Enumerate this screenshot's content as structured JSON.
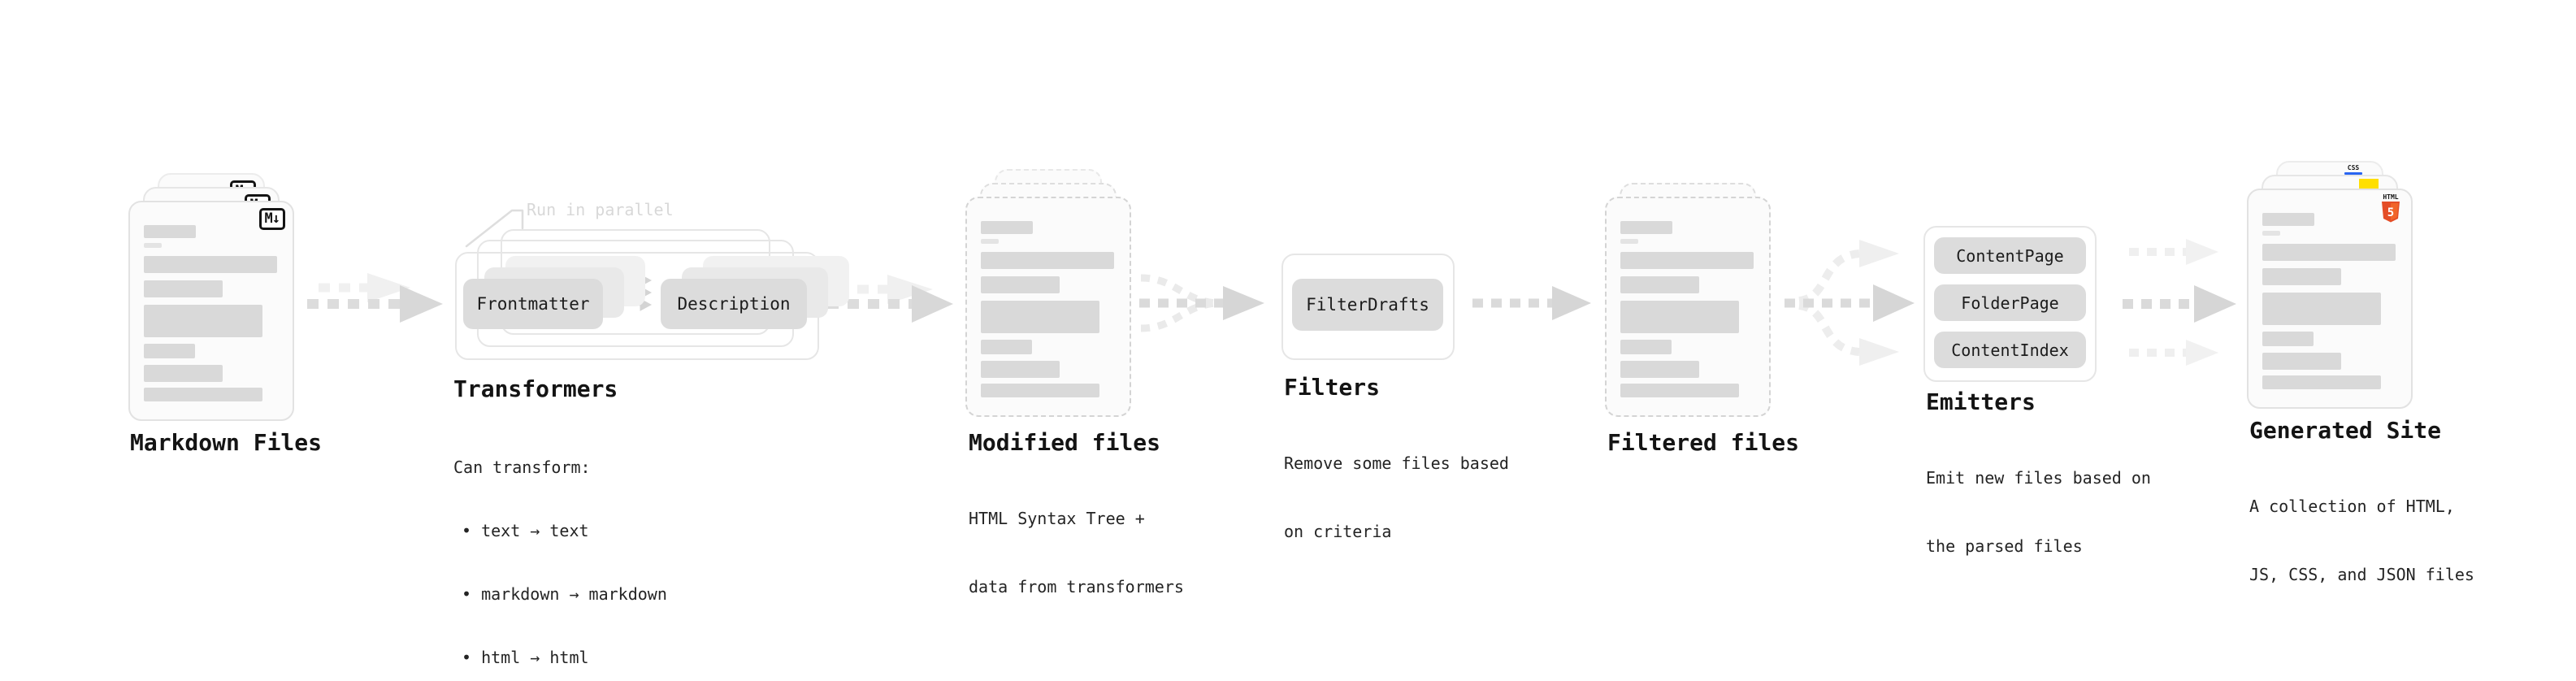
{
  "diagram": {
    "markdown": {
      "caption": "Markdown Files"
    },
    "transformers": {
      "annotation": "Run in parallel",
      "steps": [
        "Frontmatter",
        "Description"
      ],
      "caption": "Transformers",
      "description_title": "Can transform:",
      "bullets": [
        "• text → text",
        "• markdown → markdown",
        "• html → html"
      ]
    },
    "modified": {
      "caption": "Modified files",
      "description": [
        "HTML Syntax Tree +",
        "data from transformers"
      ]
    },
    "filters": {
      "caption": "Filters",
      "steps": [
        "FilterDrafts"
      ],
      "description": [
        "Remove some files based",
        "on criteria"
      ]
    },
    "filtered": {
      "caption": "Filtered files"
    },
    "emitters": {
      "caption": "Emitters",
      "steps": [
        "ContentPage",
        "FolderPage",
        "ContentIndex"
      ],
      "description": [
        "Emit new files based on",
        "the parsed files"
      ]
    },
    "generated": {
      "caption": "Generated Site",
      "description": [
        "A collection of HTML,",
        "JS, CSS, and JSON files"
      ]
    },
    "icons": {
      "markdown": "M↓",
      "html5_label": "HTML",
      "html5_digit": "5",
      "css_label": "CSS"
    },
    "colors": {
      "html5_orange": "#e44d26",
      "html5_orange_light": "#f16529",
      "js_yellow": "#ffdf00",
      "css_blue": "#2965f1"
    }
  }
}
